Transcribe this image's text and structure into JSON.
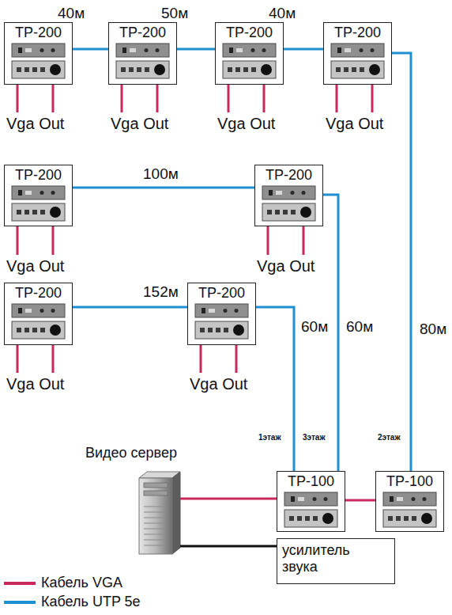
{
  "diagram": {
    "nodes": [
      {
        "text": [
          "TP-200"
        ]
      },
      {
        "text": [
          "TP-200"
        ]
      },
      {
        "text": [
          "TP-200"
        ]
      },
      {
        "text": [
          "TP-200"
        ]
      },
      {
        "text": [
          "TP-200"
        ]
      },
      {
        "text": [
          "TP-200"
        ]
      },
      {
        "text": [
          "TP-200"
        ]
      },
      {
        "text": [
          "TP-200"
        ]
      },
      {
        "text": [
          "Видео сервер"
        ]
      },
      {
        "text": [
          "TP-100"
        ]
      },
      {
        "text": [
          "TP-100"
        ]
      },
      {
        "text": [
          "усилитель звука"
        ]
      }
    ],
    "edges": [
      {
        "from": 0,
        "to": 1,
        "arrow": "none",
        "label": "40м"
      },
      {
        "from": 1,
        "to": 2,
        "arrow": "none",
        "label": "50м"
      },
      {
        "from": 2,
        "to": 3,
        "arrow": "none",
        "label": "40м"
      },
      {
        "from": 4,
        "to": 5,
        "arrow": "none",
        "label": "100м"
      },
      {
        "from": 6,
        "to": 7,
        "arrow": "none",
        "label": "152м"
      },
      {
        "from": 7,
        "to": 9,
        "arrow": "none",
        "label": "60м"
      },
      {
        "from": 5,
        "to": 9,
        "arrow": "none",
        "label": "60м"
      },
      {
        "from": 3,
        "to": 10,
        "arrow": "none",
        "label": "80м"
      },
      {
        "from": 8,
        "to": 9,
        "arrow": "none"
      },
      {
        "from": 9,
        "to": 10,
        "arrow": "none"
      },
      {
        "from": 8,
        "to": 11,
        "arrow": "none"
      }
    ],
    "labels": [
      "Vga Out",
      "Vga Out",
      "Vga Out",
      "Vga Out",
      "Vga Out",
      "Vga Out",
      "Vga Out",
      "Vga Out",
      "1этаж",
      "3этаж",
      "2этаж"
    ],
    "legend": [
      {
        "text": "Кабель VGA",
        "color": "#c8285a"
      },
      {
        "text": "Кабель UTP 5e",
        "color": "#1e8fd0"
      }
    ]
  }
}
